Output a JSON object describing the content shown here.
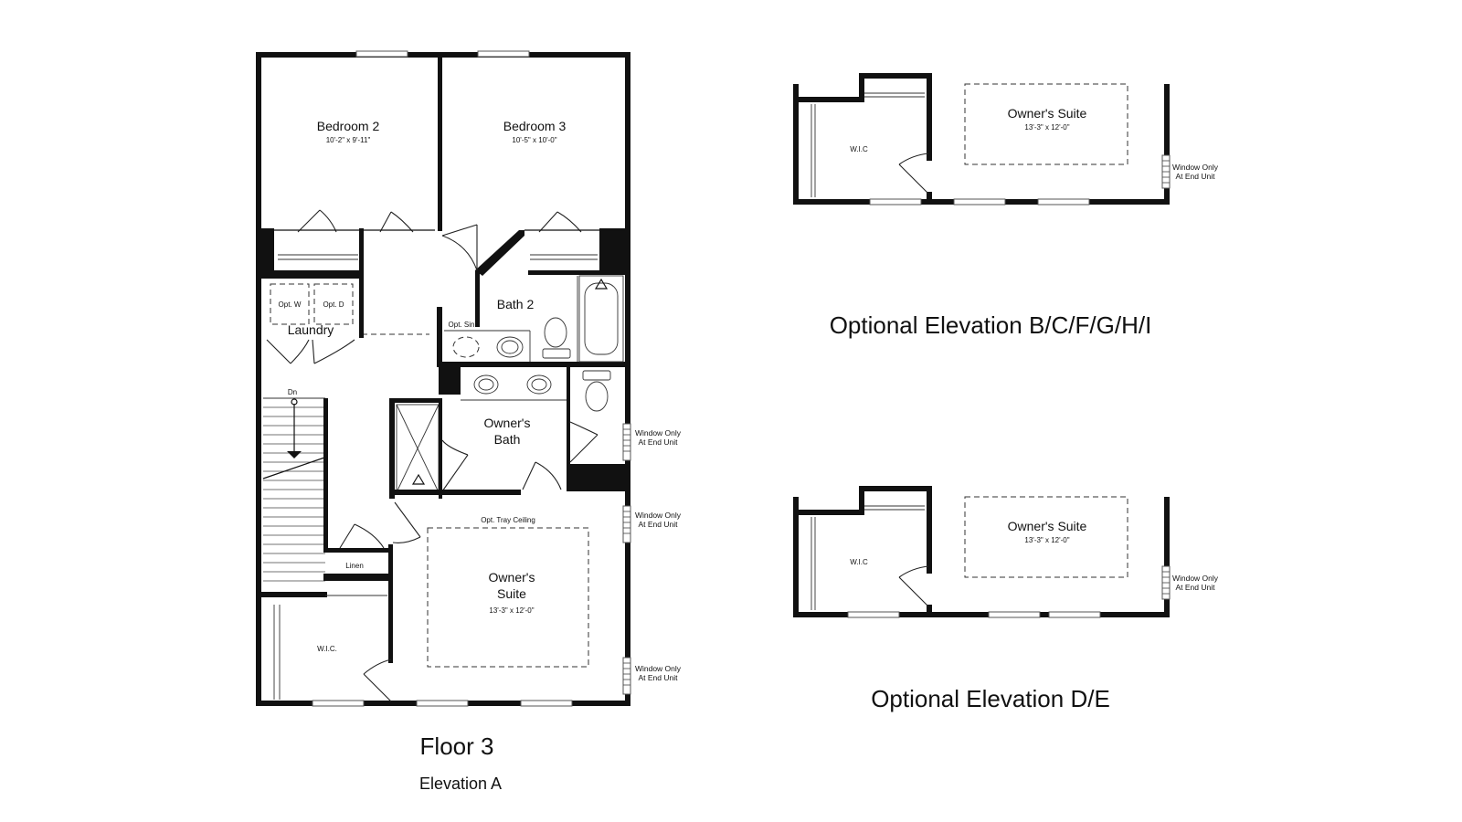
{
  "floor_plan": {
    "title": "Floor 3",
    "subtitle": "Elevation A",
    "rooms": {
      "bedroom2": {
        "name": "Bedroom 2",
        "dims": "10'-2\" x 9'-11\""
      },
      "bedroom3": {
        "name": "Bedroom 3",
        "dims": "10'-5\" x 10'-0\""
      },
      "laundry": {
        "name": "Laundry",
        "opt_w": "Opt. W",
        "opt_d": "Opt. D"
      },
      "bath2": {
        "name": "Bath 2",
        "opt_sink": "Opt. Sink"
      },
      "owners_bath": {
        "name_line1": "Owner's",
        "name_line2": "Bath"
      },
      "owners_suite": {
        "name_line1": "Owner's",
        "name_line2": "Suite",
        "dims": "13'-3\" x 12'-0\"",
        "tray": "Opt. Tray Ceiling"
      },
      "wic": {
        "name": "W.I.C."
      },
      "linen": {
        "name": "Linen"
      },
      "stairs": {
        "label": "Dn"
      }
    },
    "window_notes": [
      {
        "line1": "Window Only",
        "line2": "At End Unit"
      },
      {
        "line1": "Window Only",
        "line2": "At End Unit"
      },
      {
        "line1": "Window Only",
        "line2": "At End Unit"
      }
    ]
  },
  "elevation_bcfghi": {
    "caption": "Optional Elevation B/C/F/G/H/I",
    "suite_name": "Owner's Suite",
    "suite_dims": "13'-3\" x 12'-0\"",
    "wic": "W.I.C",
    "note_line1": "Window Only",
    "note_line2": "At End Unit"
  },
  "elevation_de": {
    "caption": "Optional Elevation D/E",
    "suite_name": "Owner's Suite",
    "suite_dims": "13'-3\" x 12'-0\"",
    "wic": "W.I.C",
    "note_line1": "Window Only",
    "note_line2": "At End Unit"
  }
}
